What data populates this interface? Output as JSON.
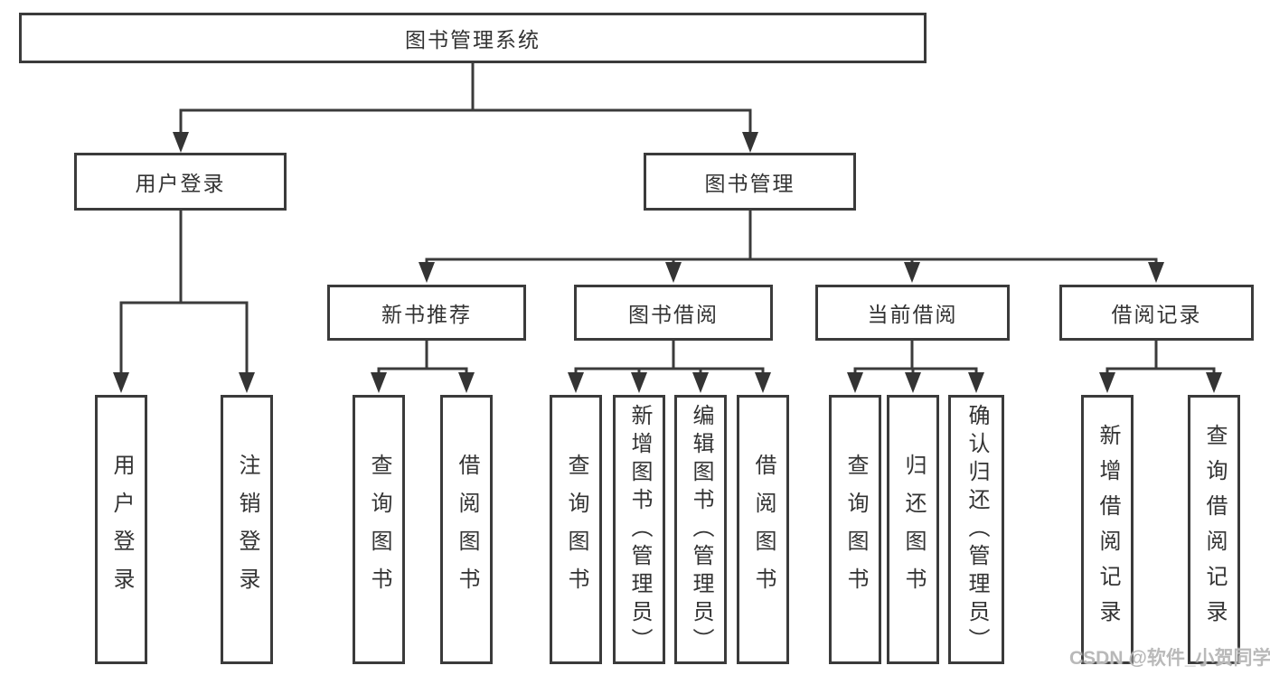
{
  "diagram": {
    "type": "tree",
    "tree": {
      "root": "图书管理系统",
      "children": [
        {
          "label": "用户登录",
          "children": [
            {
              "label": "用户登录"
            },
            {
              "label": "注销登录"
            }
          ]
        },
        {
          "label": "图书管理",
          "children": [
            {
              "label": "新书推荐",
              "children": [
                {
                  "label": "查询图书"
                },
                {
                  "label": "借阅图书"
                }
              ]
            },
            {
              "label": "图书借阅",
              "children": [
                {
                  "label": "查询图书"
                },
                {
                  "label": "新增图书（管理员）"
                },
                {
                  "label": "编辑图书（管理员）"
                },
                {
                  "label": "借阅图书"
                }
              ]
            },
            {
              "label": "当前借阅",
              "children": [
                {
                  "label": "查询图书"
                },
                {
                  "label": "归还图书"
                },
                {
                  "label": "确认归还（管理员）"
                }
              ]
            },
            {
              "label": "借阅记录",
              "children": [
                {
                  "label": "新增借阅记录"
                },
                {
                  "label": "查询借阅记录"
                }
              ]
            }
          ]
        }
      ]
    },
    "colors": {
      "line": "#3b3b3b",
      "text": "#333333",
      "box_background": "#ffffff",
      "watermark": "#b9b9b9"
    }
  },
  "watermark": {
    "text": "CSDN @软件_小贺同学"
  }
}
